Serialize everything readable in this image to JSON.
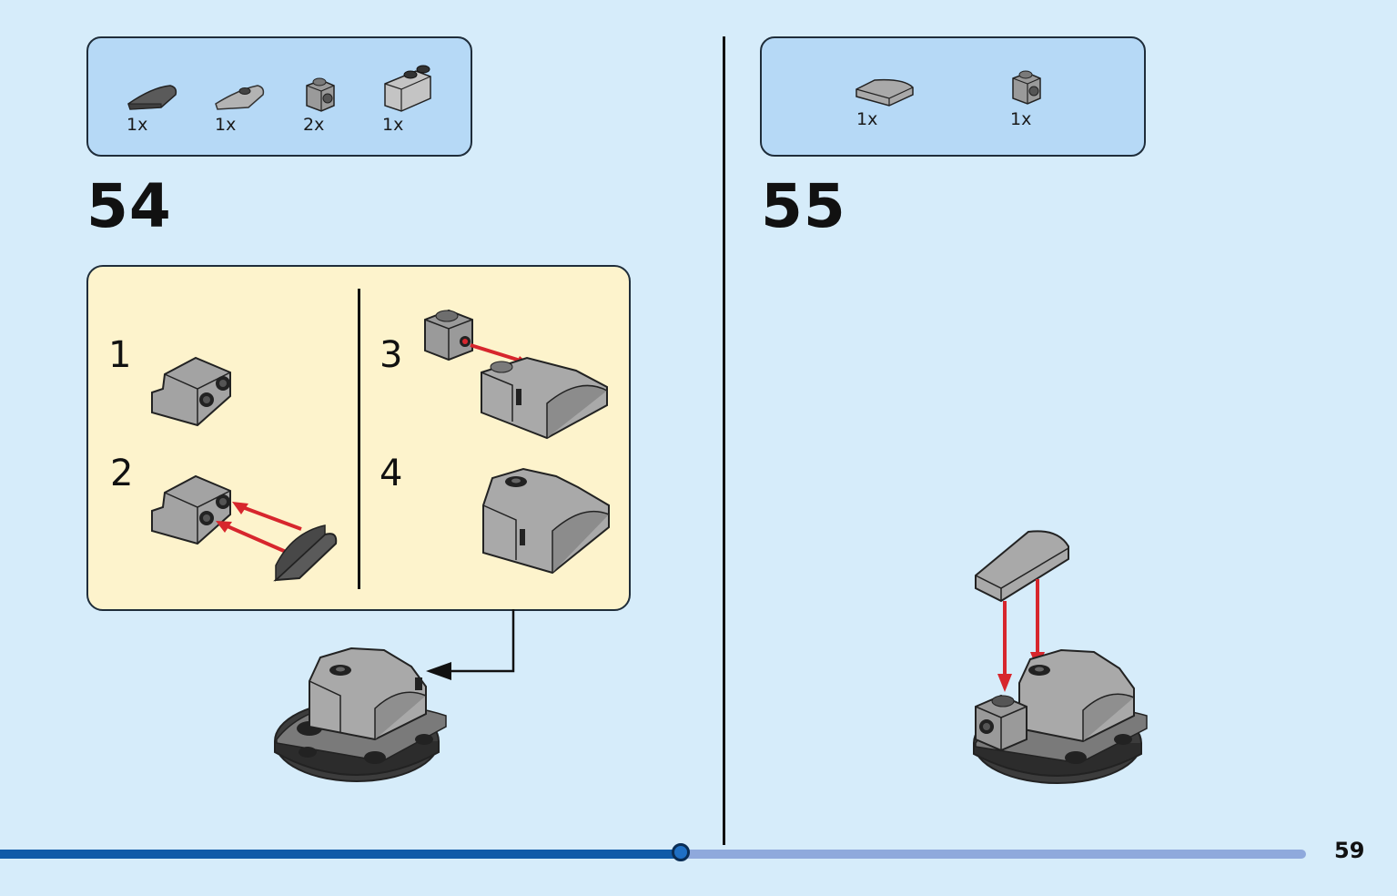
{
  "left_step": {
    "number": "54",
    "parts": [
      {
        "qty": "1x",
        "icon": "curved-slope-dark-icon"
      },
      {
        "qty": "1x",
        "icon": "curved-plate-light-icon"
      },
      {
        "qty": "2x",
        "icon": "brick-1x1-stud-side-icon"
      },
      {
        "qty": "1x",
        "icon": "curved-brick-double-stud-icon"
      }
    ],
    "substeps": [
      "1",
      "2",
      "3",
      "4"
    ]
  },
  "right_step": {
    "number": "55",
    "parts": [
      {
        "qty": "1x",
        "icon": "curved-slope-tile-icon"
      },
      {
        "qty": "1x",
        "icon": "brick-1x1-stud-side-icon"
      }
    ]
  },
  "progress": {
    "fraction": 0.5
  },
  "page_number": "59",
  "colors": {
    "background": "#d6ecfa",
    "parts_box": "#b6d9f6",
    "substep_box": "#fdf3cc",
    "arrow_red": "#d7262d",
    "progress_fill": "#0f5aa8",
    "progress_track": "#8fa9dc"
  }
}
